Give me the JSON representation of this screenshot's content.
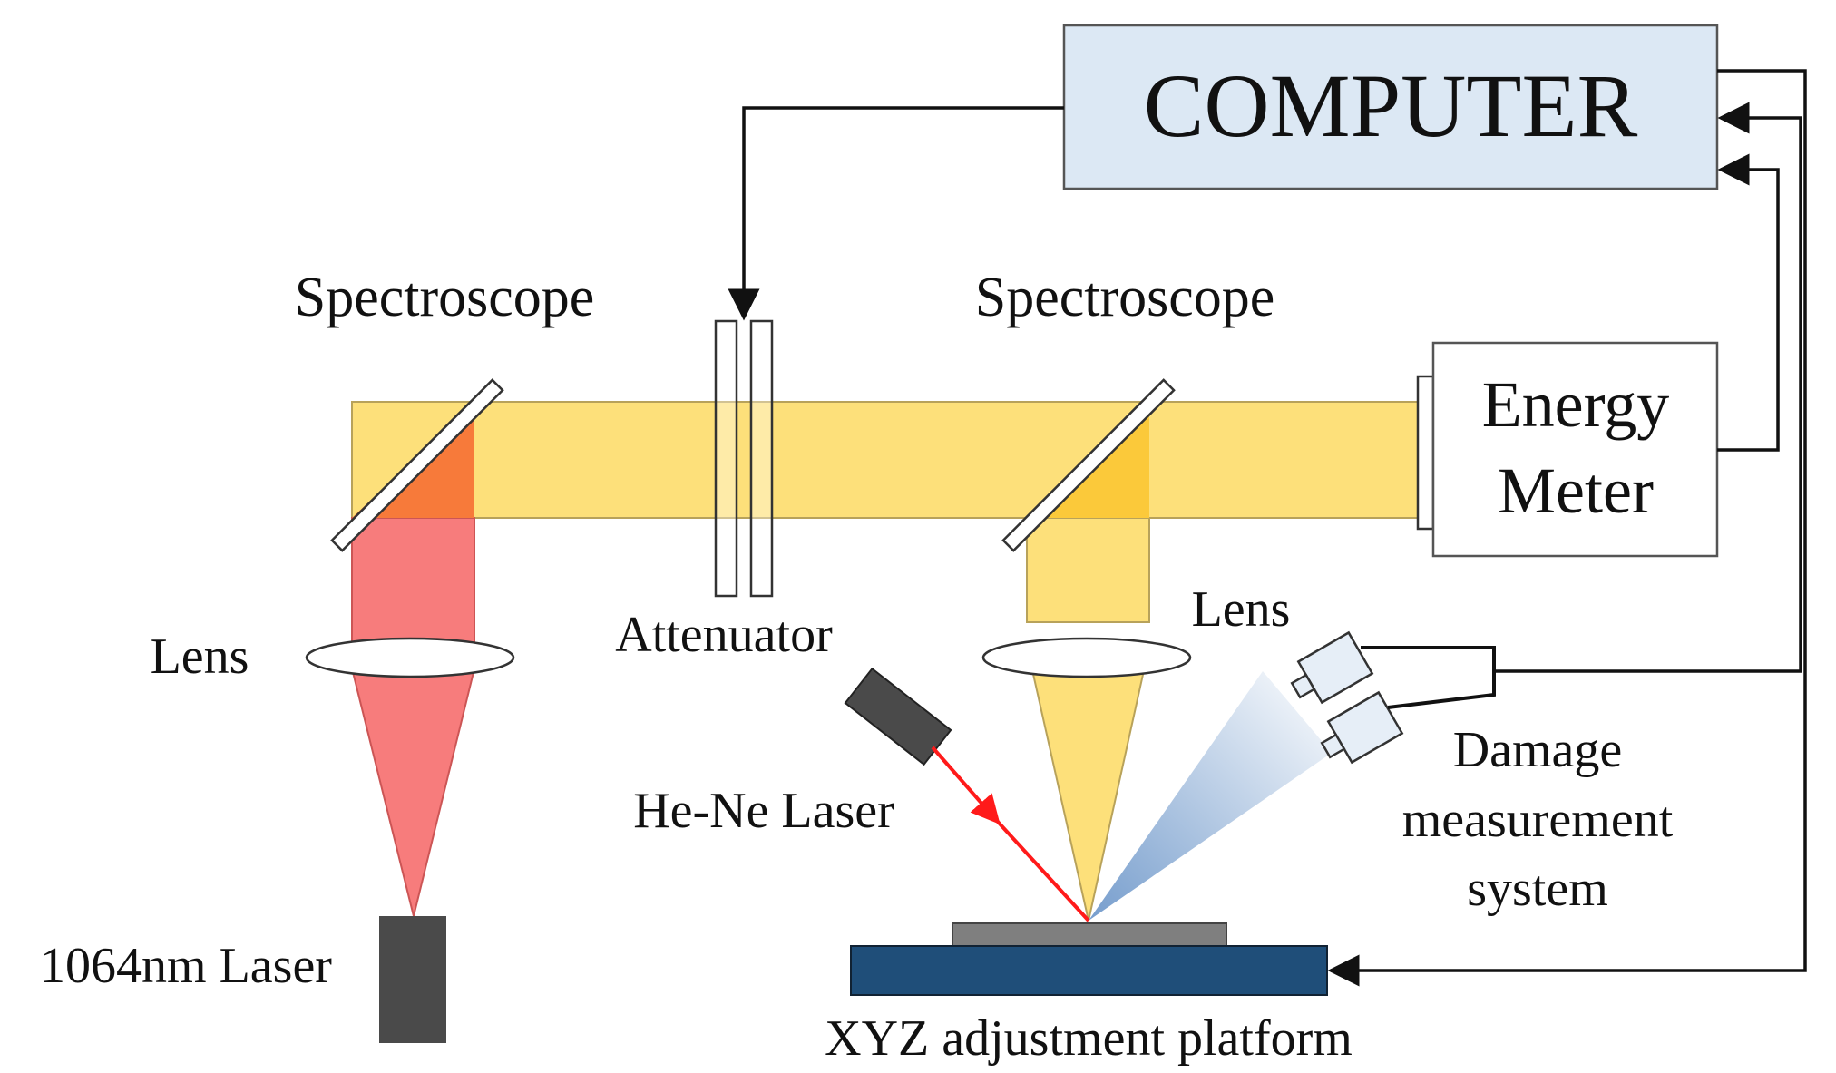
{
  "labels": {
    "computer": "COMPUTER",
    "spectroscope_left": "Spectroscope",
    "spectroscope_right": "Spectroscope",
    "energy_meter_line1": "Energy",
    "energy_meter_line2": "Meter",
    "attenuator": "Attenuator",
    "lens_left": "Lens",
    "lens_right": "Lens",
    "he_ne_laser": "He-Ne Laser",
    "damage_line1": "Damage",
    "damage_line2": "measurement",
    "damage_line3": "system",
    "laser_1064": "1064nm Laser",
    "xyz_platform": "XYZ adjustment platform"
  },
  "colors": {
    "computer_fill": "#dce8f4",
    "beam_yellow": "#fde07a",
    "beam_red": "#f77c7c",
    "mirror_overlap_orange": "#f77a3a",
    "mirror_overlap_gold": "#fbc93a",
    "platform_blue": "#1f4e79",
    "sample_gray": "#7f7f7f",
    "laser_dark": "#4a4a4a",
    "he_ne_beam": "#ff1a1a"
  }
}
